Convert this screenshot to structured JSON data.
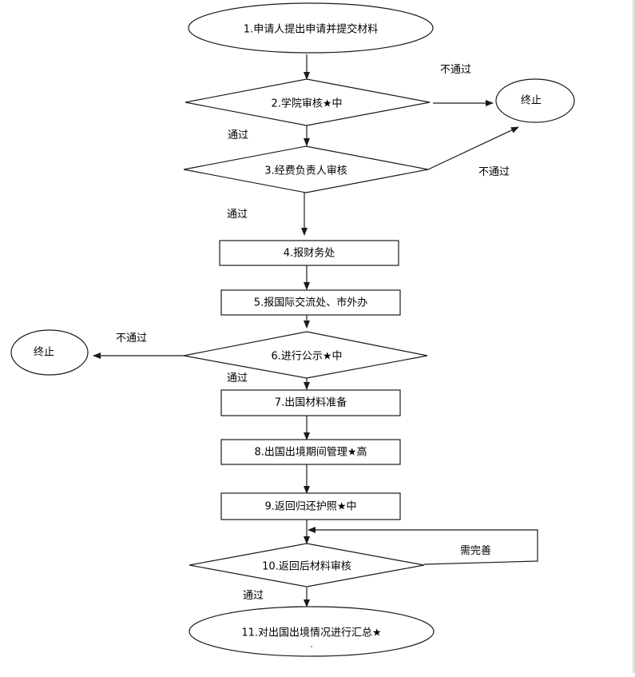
{
  "diagram": {
    "type": "flowchart",
    "nodes": [
      {
        "id": "n1",
        "shape": "ellipse",
        "label": "1.申请人提出申请并提交材料"
      },
      {
        "id": "n2",
        "shape": "diamond",
        "label": "2.学院审核★中"
      },
      {
        "id": "n3",
        "shape": "diamond",
        "label": "3.经费负责人审核"
      },
      {
        "id": "n4",
        "shape": "rect",
        "label": "4.报财务处"
      },
      {
        "id": "n5",
        "shape": "rect",
        "label": "5.报国际交流处、市外办"
      },
      {
        "id": "n6",
        "shape": "diamond",
        "label": "6.进行公示★中"
      },
      {
        "id": "n7",
        "shape": "rect",
        "label": "7.出国材料准备"
      },
      {
        "id": "n8",
        "shape": "rect",
        "label": "8.出国出境期间管理★高"
      },
      {
        "id": "n9",
        "shape": "rect",
        "label": "9.返回归还护照★中"
      },
      {
        "id": "n10",
        "shape": "diamond",
        "label": "10.返回后材料审核"
      },
      {
        "id": "n11",
        "shape": "ellipse",
        "label": "11.对出国出境情况进行汇总★"
      },
      {
        "id": "end_right",
        "shape": "ellipse",
        "label": "终止"
      },
      {
        "id": "end_left",
        "shape": "ellipse",
        "label": "终止"
      }
    ],
    "edges": [
      {
        "from": "n1",
        "to": "n2",
        "label": ""
      },
      {
        "from": "n2",
        "to": "end_right",
        "label": "不通过"
      },
      {
        "from": "n2",
        "to": "n3",
        "label": "通过"
      },
      {
        "from": "n3",
        "to": "end_right",
        "label": "不通过"
      },
      {
        "from": "n3",
        "to": "n4",
        "label": "通过"
      },
      {
        "from": "n4",
        "to": "n5",
        "label": ""
      },
      {
        "from": "n5",
        "to": "n6",
        "label": ""
      },
      {
        "from": "n6",
        "to": "end_left",
        "label": "不通过"
      },
      {
        "from": "n6",
        "to": "n7",
        "label": "通过"
      },
      {
        "from": "n7",
        "to": "n8",
        "label": ""
      },
      {
        "from": "n8",
        "to": "n9",
        "label": ""
      },
      {
        "from": "n9",
        "to": "n10",
        "label": ""
      },
      {
        "from": "n10",
        "to": "n10",
        "label": "需完善"
      },
      {
        "from": "n10",
        "to": "n11",
        "label": "通过"
      }
    ]
  },
  "labels": {
    "n1": "1.申请人提出申请并提交材料",
    "n2": "2.学院审核★中",
    "n3": "3.经费负责人审核",
    "n4": "4.报财务处",
    "n5": "5.报国际交流处、市外办",
    "n6": "6.进行公示★中",
    "n7": "7.出国材料准备",
    "n8": "8.出国出境期间管理★高",
    "n9": "9.返回归还护照★中",
    "n10": "10.返回后材料审核",
    "n11": "11.对出国出境情况进行汇总★",
    "end_right": "终止",
    "end_left": "终止",
    "e_n2_fail": "不通过",
    "e_n2_pass": "通过",
    "e_n3_fail": "不通过",
    "e_n3_pass": "通过",
    "e_n6_fail": "不通过",
    "e_n6_pass": "通过",
    "e_n10_loop": "需完善",
    "e_n10_pass": "通过"
  }
}
